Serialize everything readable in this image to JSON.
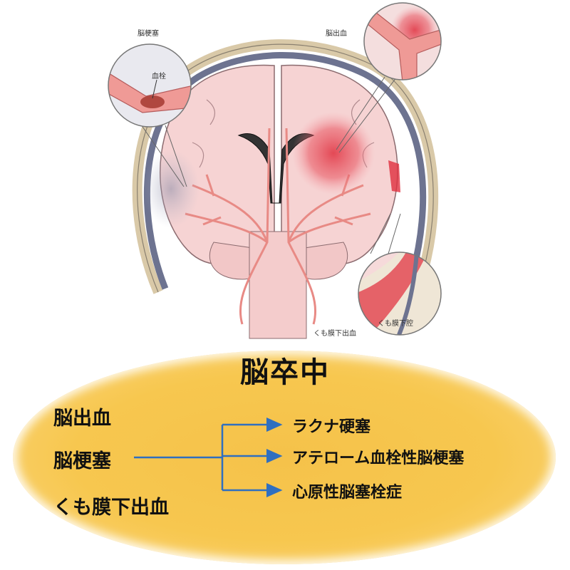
{
  "illustration": {
    "label_infarction": "脳梗塞",
    "label_thrombus": "血栓",
    "label_hemorrhage": "脳出血",
    "label_subarachnoid": "くも膜下出血",
    "label_subarachnoid_space": "くも膜下腔"
  },
  "title": "脳卒中",
  "types": [
    "脳出血",
    "脳梗塞",
    "くも膜下出血"
  ],
  "infarction_subtypes": [
    "ラクナ硬塞",
    "アテローム血栓性脳梗塞",
    "心原性脳塞栓症"
  ],
  "colors": {
    "ellipse": "#f7c74f",
    "arrow": "#2f6fc0",
    "brain": "#f6d3d3",
    "artery": "#e88a85",
    "bleed": "#e34a55"
  }
}
